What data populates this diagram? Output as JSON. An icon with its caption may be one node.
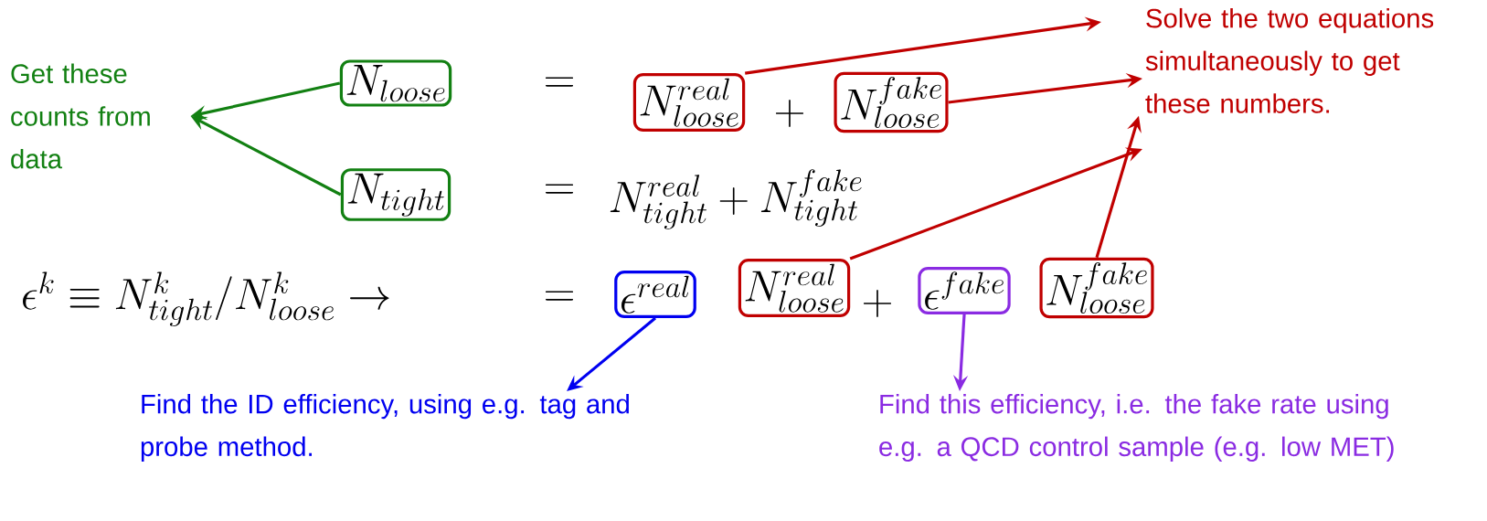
{
  "diagram": {
    "nodes": [
      {
        "text": [
          "Get these counts from data"
        ]
      },
      {
        "text": [
          "N_{loose}"
        ]
      },
      {
        "text": [
          "N_{tight}"
        ]
      },
      {
        "text": [
          "N^{real}_{loose}"
        ]
      },
      {
        "text": [
          "N^{fake}_{loose}"
        ]
      },
      {
        "text": [
          "Solve the two equations simultaneously to get these numbers."
        ]
      },
      {
        "text": [
          "\\epsilon^{real}"
        ]
      },
      {
        "text": [
          "N^{real}_{loose}"
        ]
      },
      {
        "text": [
          "\\epsilon^{fake}"
        ]
      },
      {
        "text": [
          "N^{fake}_{loose}"
        ]
      },
      {
        "text": [
          "Find the ID efficiency, using e.g. tag and probe method."
        ]
      },
      {
        "text": [
          "Find this efficiency, i.e. the fake rate using e.g. a QCD control sample (e.g. low MET)"
        ]
      }
    ],
    "edges": [
      {
        "from": 1,
        "to": 0,
        "arrow": "to",
        "color": "#128012"
      },
      {
        "from": 2,
        "to": 0,
        "arrow": "to",
        "color": "#128012"
      },
      {
        "from": 3,
        "to": null,
        "arrow": "to"
      },
      {
        "from": 4,
        "to": 5,
        "arrow": "to"
      },
      {
        "from": 7,
        "to": 5,
        "arrow": "to"
      },
      {
        "from": 9,
        "to": 5,
        "arrow": "to"
      },
      {
        "from": 6,
        "to": 10,
        "arrow": "to",
        "color": "#0000f0"
      },
      {
        "from": 8,
        "to": 11,
        "arrow": "to",
        "color": "#8a2be2"
      }
    ],
    "labels": [
      "=",
      "+",
      "=",
      "N^{real}_{tight}+N^{fake}_{tight}",
      "\\epsilon^k \\equiv N^k_{tight}/N^k_{loose} \\rightarrow",
      "=",
      "+"
    ]
  }
}
